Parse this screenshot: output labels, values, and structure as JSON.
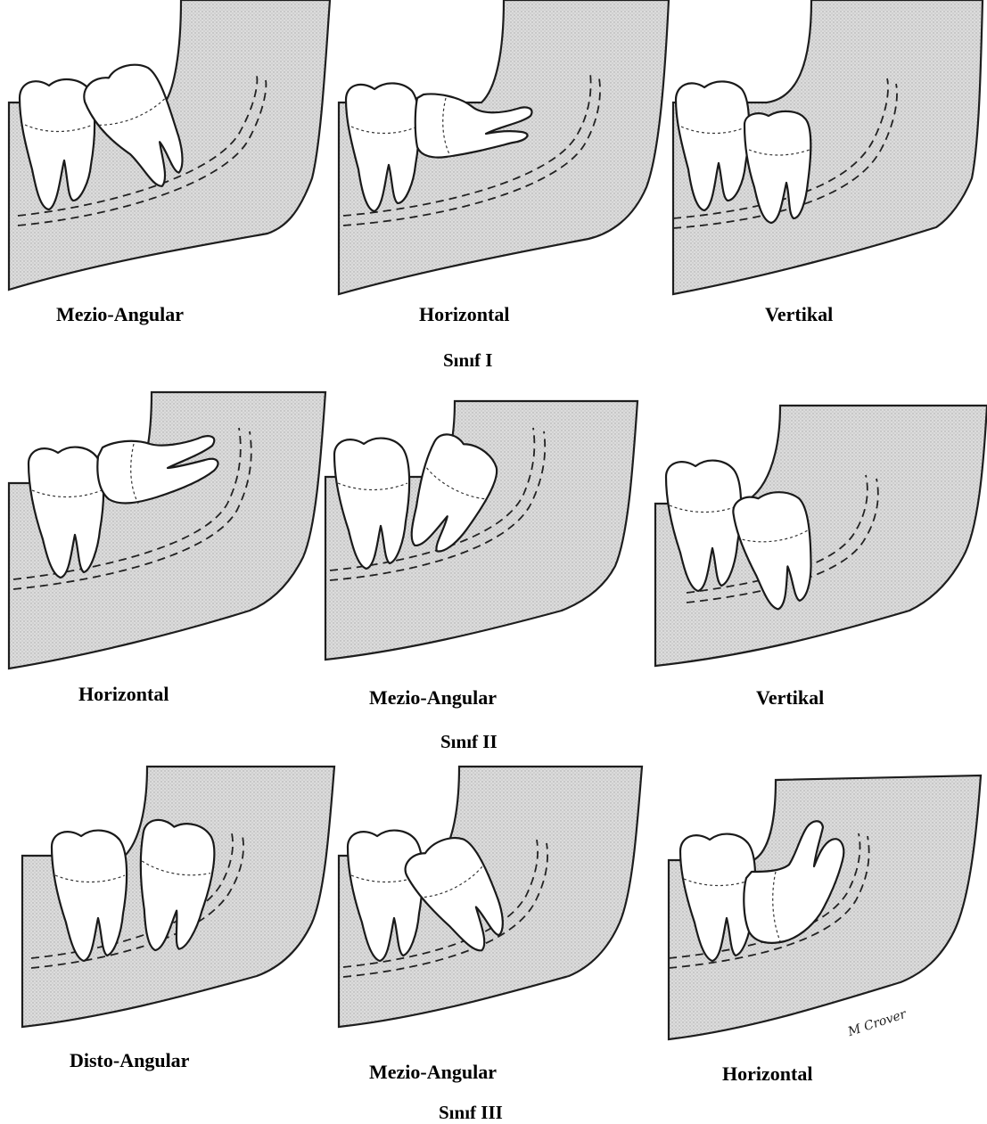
{
  "rows": [
    {
      "class_label": "Sınıf I",
      "panels": [
        {
          "caption": "Mezio-Angular",
          "tilt": "mesioangular"
        },
        {
          "caption": "Horizontal",
          "tilt": "horizontal"
        },
        {
          "caption": "Vertikal",
          "tilt": "vertical"
        }
      ]
    },
    {
      "class_label": "Sınıf II",
      "panels": [
        {
          "caption": "Horizontal",
          "tilt": "horizontal"
        },
        {
          "caption": "Mezio-Angular",
          "tilt": "mesioangular"
        },
        {
          "caption": "Vertikal",
          "tilt": "vertical"
        }
      ]
    },
    {
      "class_label": "Sınıf III",
      "panels": [
        {
          "caption": "Disto-Angular",
          "tilt": "distoangular"
        },
        {
          "caption": "Mezio-Angular",
          "tilt": "mesioangular"
        },
        {
          "caption": "Horizontal",
          "tilt": "horizontal"
        }
      ]
    }
  ],
  "colors": {
    "bone": "#d9d9d9",
    "outline": "#1e1e1e",
    "tooth": "#ffffff"
  },
  "signature": "M Crover"
}
